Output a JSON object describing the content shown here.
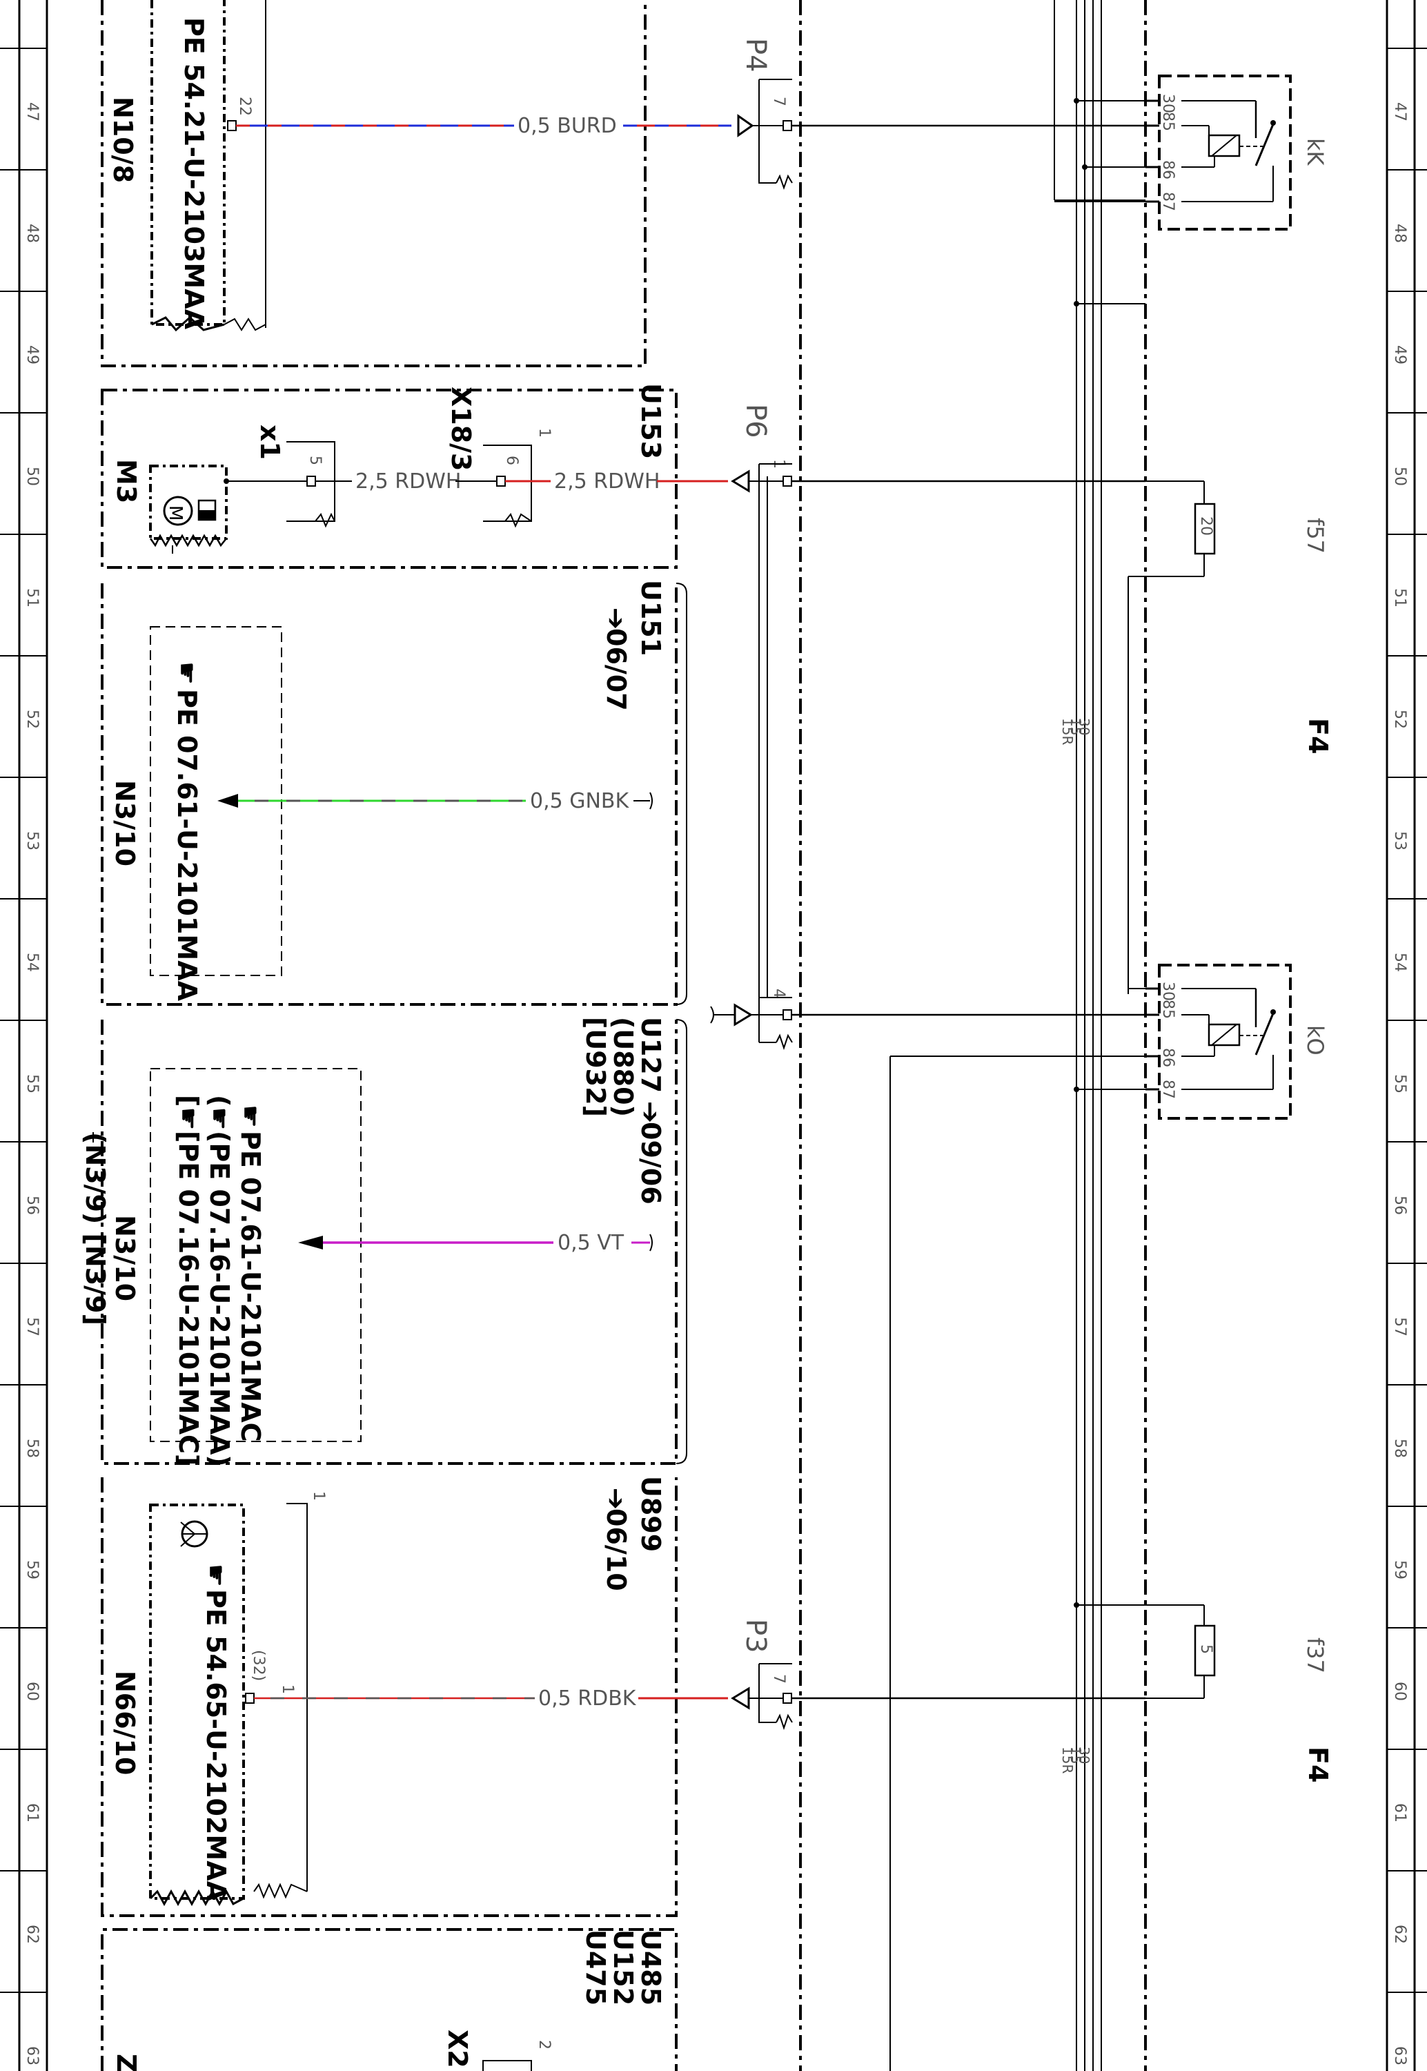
{
  "ruler": {
    "left_numbers": [
      "47",
      "48",
      "49",
      "50",
      "51",
      "52",
      "53",
      "54",
      "55",
      "56",
      "57",
      "58",
      "59",
      "60",
      "61",
      "62",
      "63"
    ],
    "right_numbers": [
      "47",
      "48",
      "49",
      "50",
      "51",
      "52",
      "53",
      "54",
      "55",
      "56",
      "57",
      "58",
      "59",
      "60",
      "61",
      "62",
      "63"
    ]
  },
  "components": {
    "n10_8": {
      "id": "N10/8",
      "pe": "PE 54.21-U-2103MAA",
      "pin": "22"
    },
    "m3": {
      "id": "M3",
      "conn": "x1",
      "pin": "5"
    },
    "x18_3": {
      "id": "X18/3",
      "pin_top": "1",
      "pin": "6"
    },
    "n3_10_a": {
      "id": "N3/10",
      "pe": "PE 07.61-U-2101MAA"
    },
    "n3_10_b": {
      "id": "N3/10",
      "alt": "(N3/9) [N3/9]",
      "pe1": "PE 07.61-U-2101MAC",
      "pe2": "(PE 07.16-U-2101MAA)",
      "pe3": "[PE 07.16-U-2101MAC]"
    },
    "n66_10": {
      "id": "N66/10",
      "pe": "PE 54.65-U-2102MAA",
      "pin": "1",
      "pin_alt": "(32)",
      "pin_top": "1"
    },
    "x2": {
      "id": "X2",
      "pin": "2"
    },
    "z": {
      "id": "Z"
    }
  },
  "variants": {
    "u153": "U153",
    "u151": "U151",
    "u151_ref": "06/07",
    "u127": "U127",
    "u127_ref": "09/06",
    "u880": "(U880)",
    "u932": "[U932]",
    "u899": "U899",
    "u899_ref": "06/10",
    "u485": "U485",
    "u152": "U152",
    "u475": "U475"
  },
  "wires": {
    "w1": "0,5 BURD",
    "w2a": "2,5 RDWH",
    "w2b": "2,5 RDWH",
    "w3": "0,5 GNBK",
    "w4": "0,5 VT",
    "w5": "0,5 RDBK"
  },
  "plugs": {
    "p4": {
      "id": "P4",
      "pin": "7"
    },
    "p6": {
      "id": "P6",
      "pin": "1"
    },
    "p_mid": {
      "pin": "4"
    },
    "p3": {
      "id": "P3",
      "pin": "7"
    }
  },
  "relays": {
    "kk": {
      "id": "kK",
      "pins": [
        "30",
        "85",
        "86",
        "87"
      ]
    },
    "ko": {
      "id": "kO",
      "pins": [
        "30",
        "85",
        "86",
        "87"
      ]
    }
  },
  "fuses": {
    "f57": {
      "id": "f57",
      "rating": "20"
    },
    "f37": {
      "id": "f37",
      "rating": "5"
    }
  },
  "fuse_box": {
    "id_a": "F4",
    "id_b": "F4"
  },
  "bus": {
    "a": [
      "15R",
      "15",
      "30"
    ],
    "b": [
      "15R",
      "15",
      "30"
    ]
  },
  "colors": {
    "blue": "#1f2dd8",
    "red": "#d62020",
    "green": "#2fd82f",
    "magenta": "#c81ec8",
    "black": "#000000"
  }
}
